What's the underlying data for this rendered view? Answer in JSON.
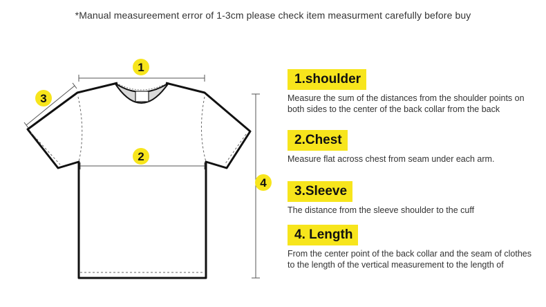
{
  "note": "*Manual measureement error of 1-3cm please check item measurment carefully before buy",
  "markers": [
    "1",
    "2",
    "3",
    "4"
  ],
  "accent_color": "#f7e51c",
  "sections": [
    {
      "label": "1.shoulder",
      "desc": "Measure the sum of the distances from the shoulder points on both sides to the center of the back collar from the back"
    },
    {
      "label": "2.Chest",
      "desc": "Measure flat across chest from seam under each arm."
    },
    {
      "label": "3.Sleeve",
      "desc": "The distance from the sleeve shoulder to the cuff"
    },
    {
      "label": "4. Length",
      "desc": "From the center point of the back collar and the seam of clothes to the length of the vertical measurement to the length of"
    }
  ]
}
